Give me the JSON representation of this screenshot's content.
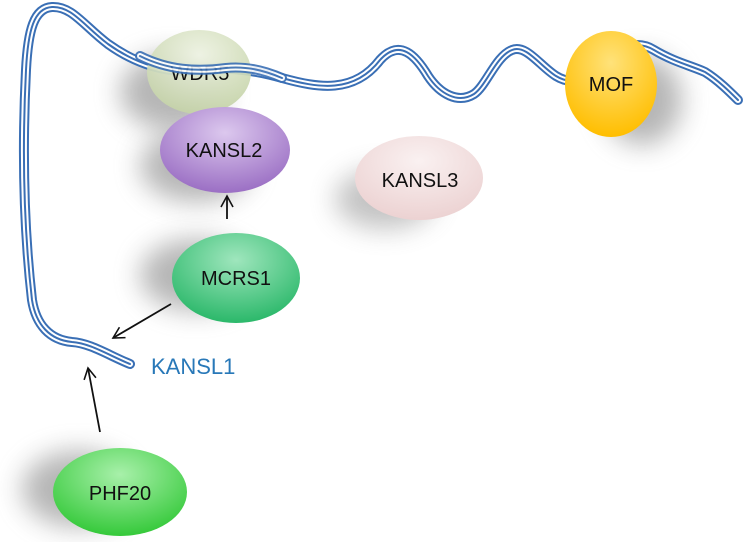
{
  "diagram": {
    "strand_label": "KANSL1",
    "colors": {
      "strand_outer": "#3a6fb5",
      "strand_inner": "#ffffff",
      "strand_label": "#2878b8",
      "arrow": "#111111",
      "shadow": "#7a7a7a"
    },
    "nodes": [
      {
        "id": "wdr5",
        "label": "WDR5",
        "color": "#c5d3a8",
        "highlight": "#eef3e3"
      },
      {
        "id": "kansl2",
        "label": "KANSL2",
        "color": "#9b6fc4",
        "highlight": "#dcc8ee"
      },
      {
        "id": "kansl3",
        "label": "KANSL3",
        "color": "#ecd2d2",
        "highlight": "#faf1f1"
      },
      {
        "id": "mof",
        "label": "MOF",
        "color": "#ffbe00",
        "highlight": "#ffe27a"
      },
      {
        "id": "mcrs1",
        "label": "MCRS1",
        "color": "#2bb86a",
        "highlight": "#9fe6bd"
      },
      {
        "id": "phf20",
        "label": "PHF20",
        "color": "#35c93a",
        "highlight": "#a8f0aa"
      }
    ]
  }
}
